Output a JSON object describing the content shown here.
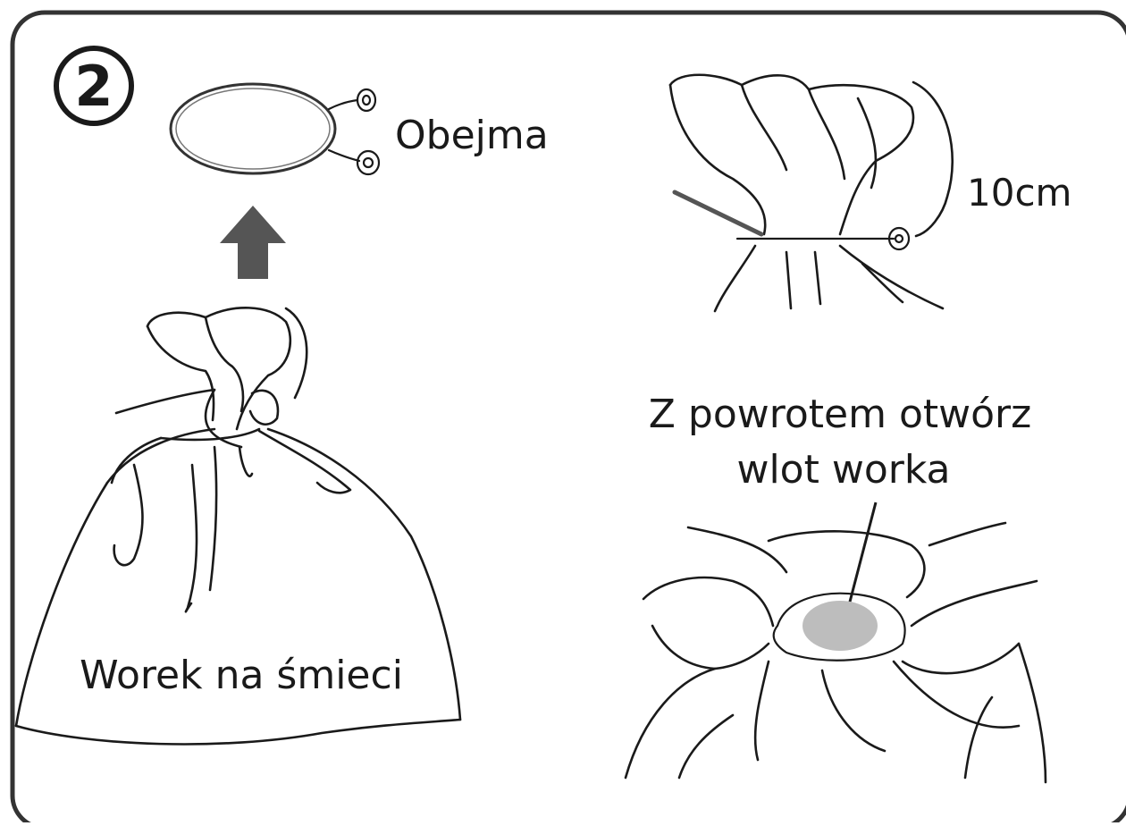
{
  "step": {
    "number": "2"
  },
  "labels": {
    "clamp": "Obejma",
    "bag": "Worek na śmieci",
    "length": "10cm",
    "instruction_line1": "Z powrotem otwórz",
    "instruction_line2": "wlot worka"
  },
  "colors": {
    "border": "#333333",
    "ink": "#1a1a1a",
    "arrow": "#555555",
    "opening_fill": "#bdbdbd"
  },
  "icons": {
    "arrow": "arrow-up-icon",
    "clamp": "clamp-ring-icon"
  }
}
